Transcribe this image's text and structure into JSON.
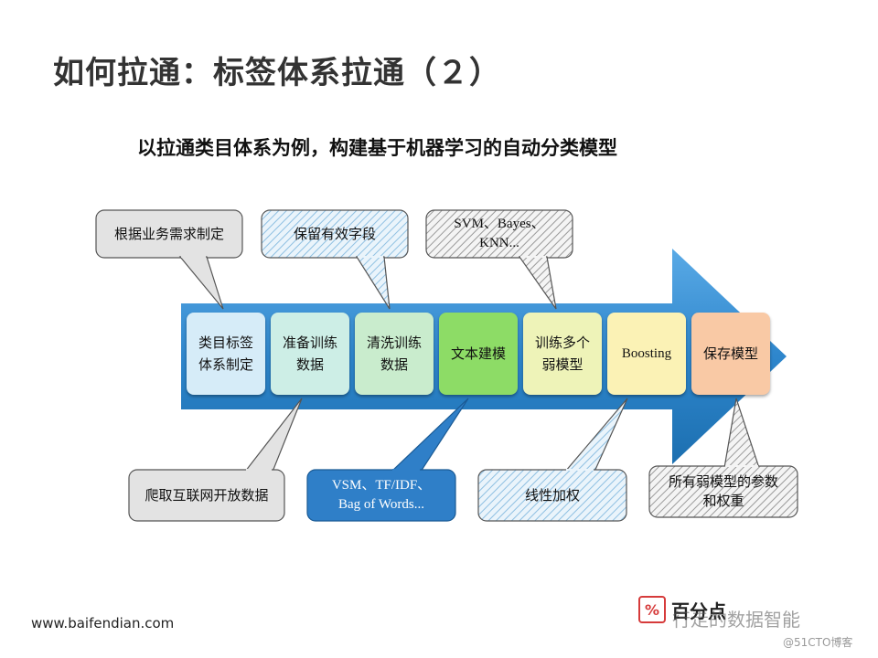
{
  "title": "如何拉通：标签体系拉通（２）",
  "subtitle": "以拉通类目体系为例，构建基于机器学习的自动分类模型",
  "stages": [
    {
      "label": "类目标签\n体系制定",
      "color": "#d6ecf8"
    },
    {
      "label": "准备训练\n数据",
      "color": "#cdeee6"
    },
    {
      "label": "清洗训练\n数据",
      "color": "#c9eccd"
    },
    {
      "label": "文本建模",
      "color": "#8ddc66"
    },
    {
      "label": "训练多个\n弱模型",
      "color": "#eef3b8"
    },
    {
      "label": "Boosting",
      "color": "#fbf2b5"
    },
    {
      "label": "保存模型",
      "color": "#f9c9a5"
    }
  ],
  "callouts_top": [
    {
      "text": "根据业务需求制定"
    },
    {
      "text": "保留有效字段"
    },
    {
      "text": "SVM、Bayes、\nKNN..."
    }
  ],
  "callouts_bottom": [
    {
      "text": "爬取互联网开放数据"
    },
    {
      "text": "VSM、TF/IDF、\nBag of Words..."
    },
    {
      "text": "线性加权"
    },
    {
      "text": "所有弱模型的参数\n和权重"
    }
  ],
  "footer": {
    "url": "www.baifendian.com",
    "logo_text": "百分点",
    "watermark": "行走的数据智能",
    "blog": "@51CTO博客"
  },
  "colors": {
    "arrow": "#2e86cc",
    "arrow_dark": "#1c6fb0",
    "callout_gray": "#e5e5e5",
    "callout_blue": "#2f7fc8"
  }
}
